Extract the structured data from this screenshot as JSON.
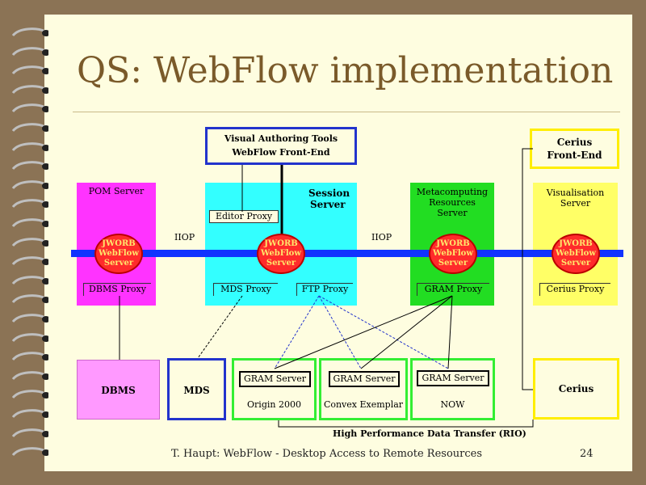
{
  "title": "QS: WebFlow implementation",
  "footer": "T. Haupt: WebFlow - Desktop Access to Remote Resources",
  "page_number": "24",
  "colors": {
    "accent_title": "#7a5a2a",
    "bus": "#1133ff",
    "pom": "#ff33ff",
    "session": "#33ffff",
    "meta": "#22dd22",
    "vis": "#ffff66",
    "jwore": "#ff2b2b"
  },
  "iiop_left": "IIOP",
  "iiop_right": "IIOP",
  "vat": {
    "line1": "Visual  Authoring Tools",
    "line2": "WebFlow   Front-End"
  },
  "cerius_fe": {
    "line1": "Cerius",
    "line2": "Front-End"
  },
  "pom": {
    "title": "POM  Server",
    "jwore": "JWORB\nWebFlow\nServer",
    "proxy": "DBMS  Proxy"
  },
  "session": {
    "title1": "Session",
    "title2": "Server",
    "editor": "Editor   Proxy",
    "jwore": "JWORB\nWebFlow\nServer",
    "mds_proxy": "MDS  Proxy",
    "ftp_proxy": "FTP  Proxy"
  },
  "meta": {
    "title1": "Metacomputing",
    "title2": "Resources",
    "title3": "Server",
    "jwore": "JWORB\nWebFlow\nServer",
    "proxy": "GRAM  Proxy"
  },
  "vis": {
    "title1": "Visualisation",
    "title2": "Server",
    "jwore": "JWORB\nWebFlow\nServer",
    "proxy": "Cerius   Proxy"
  },
  "dbms": "DBMS",
  "mds": "MDS",
  "g1": {
    "server": "GRAM Server",
    "label": "Origin  2000"
  },
  "g2": {
    "server": "GRAM Server",
    "label": "Convex   Exemplar"
  },
  "g3": {
    "server": "GRAM Server",
    "label": "NOW"
  },
  "cerius": "Cerius",
  "hpdt": "High  Performance  Data  Transfer  (RIO)"
}
